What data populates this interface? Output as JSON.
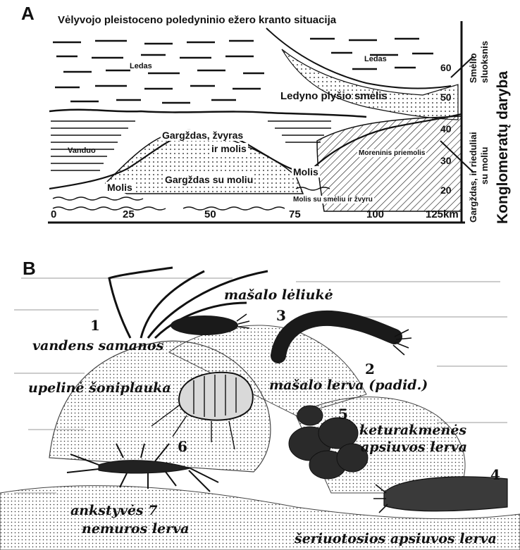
{
  "panel_a": {
    "letter": "A",
    "title": "Vėlyvojo pleistoceno poledyninio ežero kranto situacija",
    "labels": {
      "ice_left": "Ledas",
      "ice_right": "Ledas",
      "meltwater_sand": "Ledyno plyšio smėlis",
      "gravel_clay_1": "Gargždas, žvyras",
      "gravel_clay_2": "ir molis",
      "water": "Vanduo",
      "moraine": "Moreninis priemolis",
      "clay_center": "Molis",
      "clay_left": "Molis",
      "gravel_with_clay": "Gargždas su moliu",
      "clay_sand_gravel": "Molis su smėliu ir žvyru"
    },
    "x_ticks": [
      "0",
      "25",
      "50",
      "75",
      "100",
      "125km"
    ],
    "y_ticks": [
      "60",
      "50",
      "40",
      "30",
      "20"
    ],
    "side_labels": {
      "upper_line1": "Smėlio",
      "upper_line2": "sluoksnis",
      "lower_line1": "Gargždas, ir rieduliai",
      "lower_line2": "su moliu",
      "big": "Konglomeratų daryba"
    }
  },
  "panel_b": {
    "letter": "B",
    "labels": {
      "n1": "1",
      "moss": "vandens samanos",
      "pupa": "mašalo lėliukė",
      "n3": "3",
      "n2": "2",
      "larva": "mašalo lerva (padid.)",
      "amphipod": "upelinė šoniplauka",
      "n5": "5",
      "caddis1_line1": "keturakmenės",
      "caddis1_line2": "apsiuvos lerva",
      "n6": "6",
      "n4": "4",
      "stonefly_line1": "ankstyvės 7",
      "stonefly_line2": "nemuros lerva",
      "caddis2": "šeriuotosios apsiuvos lerva"
    }
  }
}
